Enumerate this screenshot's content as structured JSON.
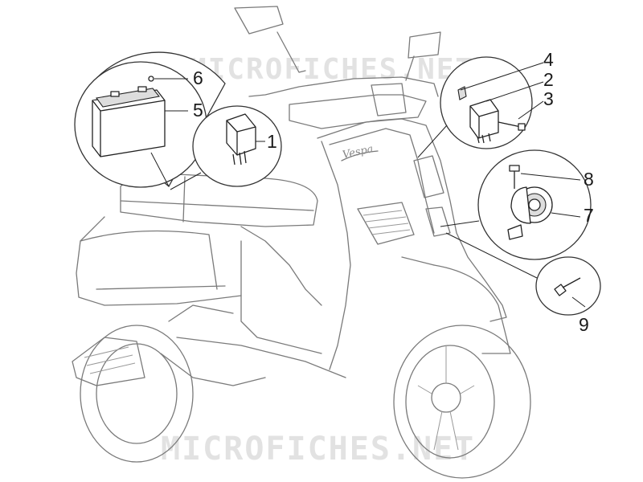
{
  "diagram": {
    "watermark_top": "MICROFICHES.NET",
    "watermark_bottom": "MICROFICHES.NET",
    "scooter_badge": "Vespa",
    "callouts": [
      {
        "id": "c1",
        "label": "1"
      },
      {
        "id": "c2",
        "label": "2"
      },
      {
        "id": "c3",
        "label": "3"
      },
      {
        "id": "c4",
        "label": "4"
      },
      {
        "id": "c5",
        "label": "5"
      },
      {
        "id": "c6",
        "label": "6"
      },
      {
        "id": "c7",
        "label": "7"
      },
      {
        "id": "c8",
        "label": "8"
      },
      {
        "id": "c9",
        "label": "9"
      }
    ]
  }
}
